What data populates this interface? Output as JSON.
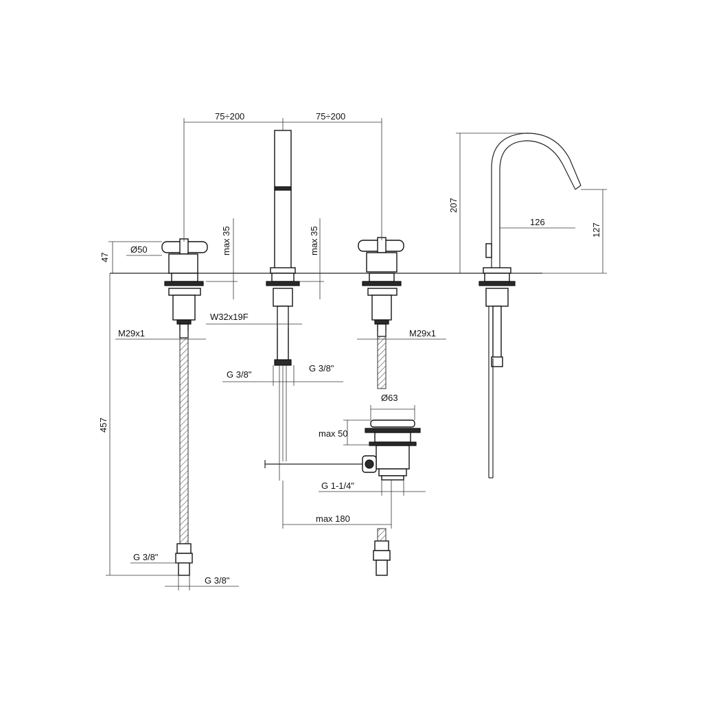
{
  "dimensions": {
    "spacing_left": "75÷200",
    "spacing_right": "75÷200",
    "handle_diameter": "Ø50",
    "handle_height": "47",
    "max35_left": "max 35",
    "max35_right": "max 35",
    "hose_length": "457",
    "thread_left": "M29x1",
    "thread_right": "M29x1",
    "spout_thread": "W32x19F",
    "g38_spout_left": "G 3/8\"",
    "g38_spout_right": "G 3/8\"",
    "spout_height": "207",
    "spout_reach": "126",
    "spout_outlet_height": "127",
    "drain_diameter": "Ø63",
    "drain_max50": "max 50",
    "drain_thread": "G 1-1/4\"",
    "drain_max180": "max 180",
    "hose_end_upper": "G 3/8\"",
    "hose_end_lower": "G 3/8\""
  },
  "colors": {
    "line": "#222222",
    "background": "#ffffff"
  }
}
